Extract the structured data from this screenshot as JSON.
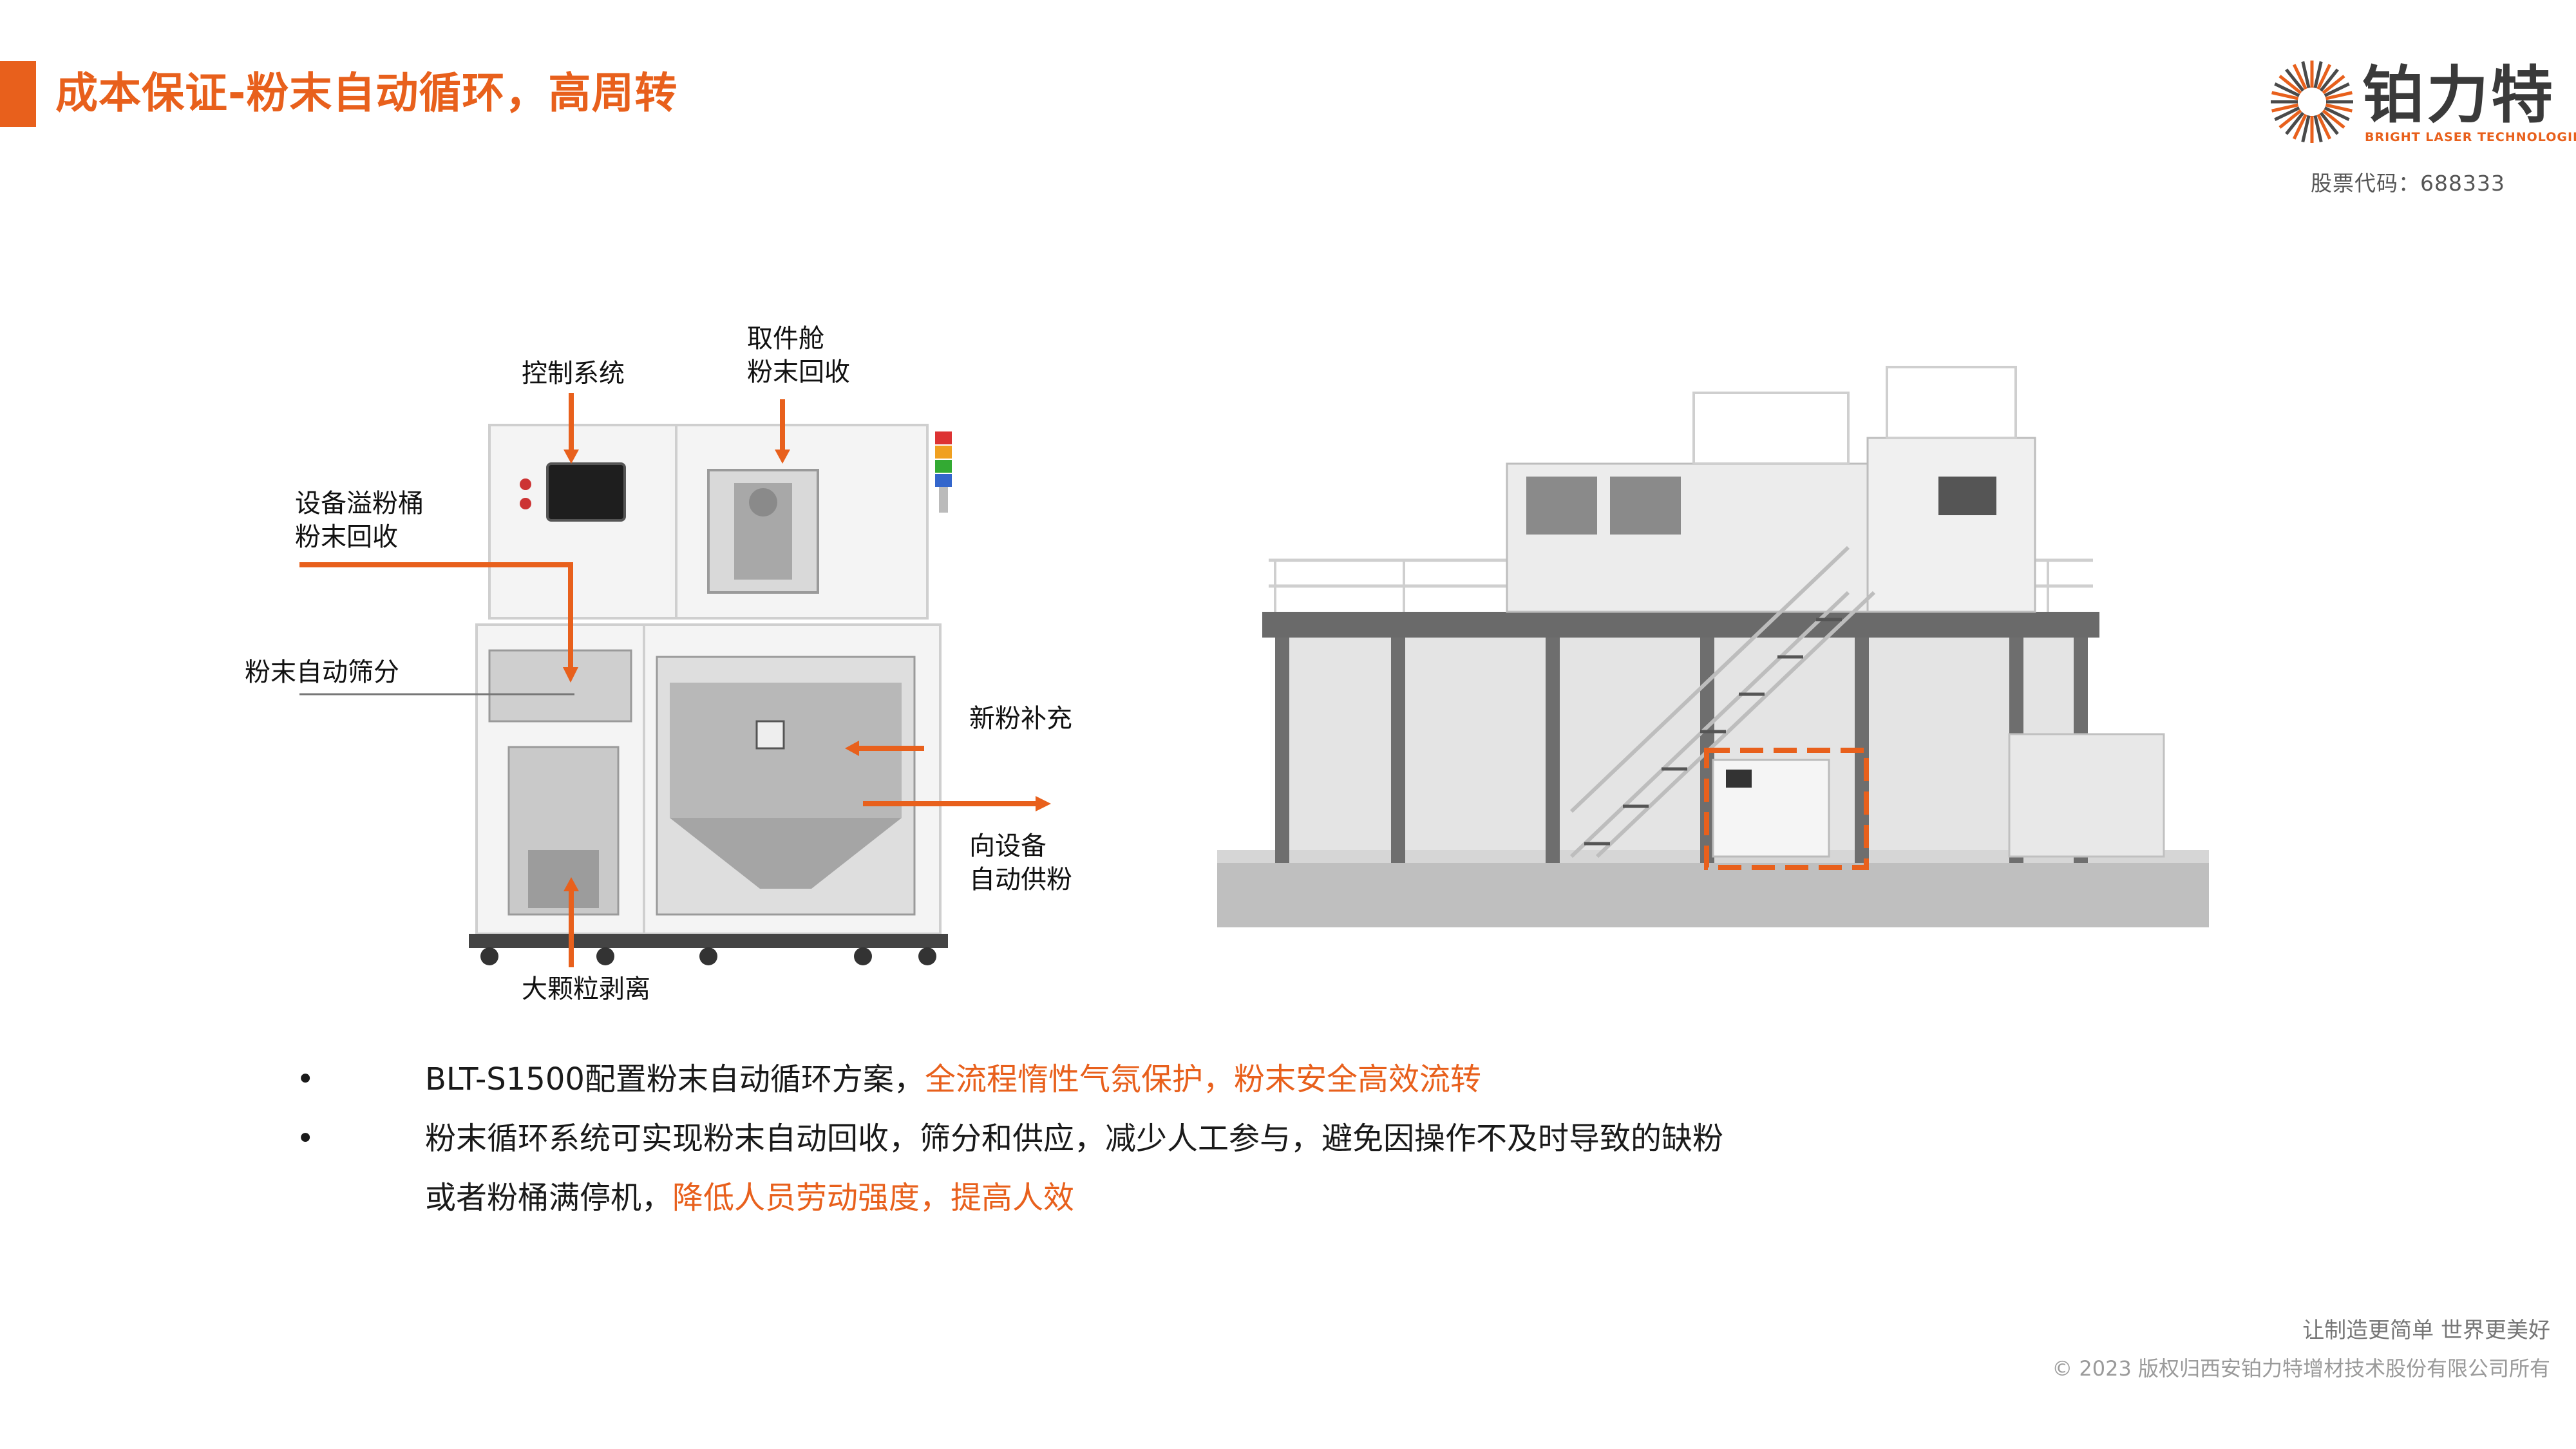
{
  "title": "成本保证-粉末自动循环，高周转",
  "logo": {
    "name_cn": "铂力特",
    "name_en": "BRIGHT LASER TECHNOLOGIES",
    "stock_code": "股票代码：688333",
    "sunburst_icon": "sunburst-icon"
  },
  "machine_labels": {
    "control_system": "控制系统",
    "chamber_recovery_line1": "取件舱",
    "chamber_recovery_line2": "粉末回收",
    "overflow_line1": "设备溢粉桶",
    "overflow_line2": "粉末回收",
    "auto_sieve": "粉末自动筛分",
    "new_powder": "新粉补充",
    "supply_line1": "向设备",
    "supply_line2": "自动供粉",
    "large_particle": "大颗粒剥离"
  },
  "bullets": [
    {
      "dot": "•",
      "line1_plain": "BLT-S1500配置粉末自动循环方案，",
      "line1_highlight": "全流程惰性气氛保护，粉末安全高效流转"
    },
    {
      "dot": "•",
      "line1_plain": "粉末循环系统可实现粉末自动回收，筛分和供应，减少人工参与，避免因操作不及时导致的缺粉",
      "line2_plain": "或者粉桶满停机，",
      "line2_highlight": "降低人员劳动强度，提高人效"
    }
  ],
  "footer": {
    "slogan": "让制造更简单 世界更美好",
    "copyright": "© 2023 版权归西安铂力特增材技术股份有限公司所有"
  },
  "colors": {
    "accent": "#e8601c",
    "text": "#1a1a1a",
    "muted": "#777777"
  }
}
